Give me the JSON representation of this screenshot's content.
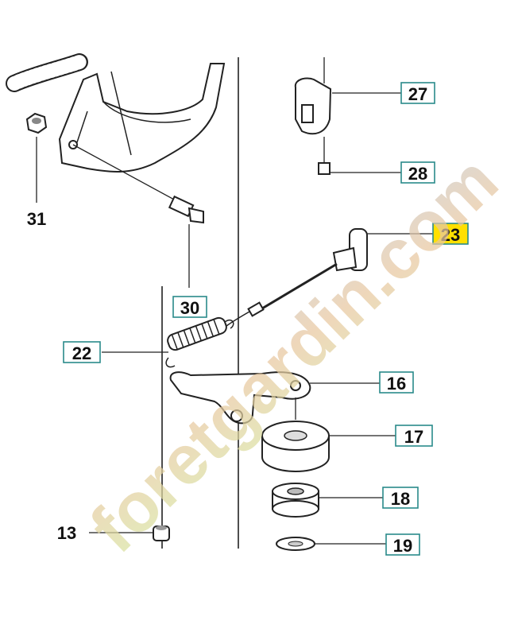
{
  "watermark": {
    "text": "foretgardin.com"
  },
  "callouts": {
    "c13": "13",
    "c16": "16",
    "c17": "17",
    "c18": "18",
    "c19": "19",
    "c22": "22",
    "c23": "23",
    "c27": "27",
    "c28": "28",
    "c30": "30",
    "c31": "31"
  },
  "highlight": {
    "part": "23",
    "color": "#ffe000"
  }
}
